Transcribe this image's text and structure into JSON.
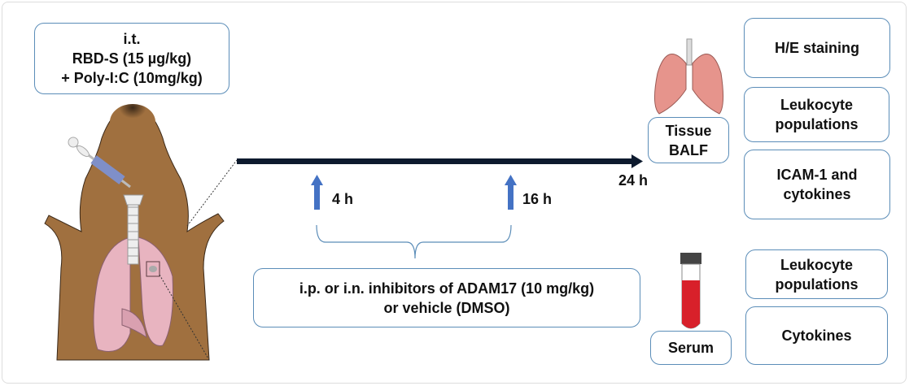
{
  "treatment_box": {
    "line1": "i.t.",
    "line2": "RBD-S (15 µg/kg)",
    "line3": "+ Poly-I:C (10mg/kg)"
  },
  "timeline": {
    "t1": "4 h",
    "t2": "16 h",
    "end": "24 h"
  },
  "inhibitor_box": {
    "line1": "i.p. or i.n. inhibitors of ADAM17 (10 mg/kg)",
    "line2": "or vehicle (DMSO)"
  },
  "tissue_box": {
    "line1": "Tissue",
    "line2": "BALF"
  },
  "serum_box": {
    "label": "Serum"
  },
  "tissue_analyses": [
    "H/E staining",
    "Leukocyte\npopulations",
    "ICAM-1 and\ncytokines"
  ],
  "serum_analyses": [
    "Leukocyte\npopulations",
    "Cytokines"
  ],
  "colors": {
    "box_border": "#5b8db8",
    "mouse": "#a0703f",
    "lung": "#e8b4c0",
    "arrow": "#4472c4",
    "timeline": "#0d1a2e",
    "blood": "#d8202a"
  }
}
